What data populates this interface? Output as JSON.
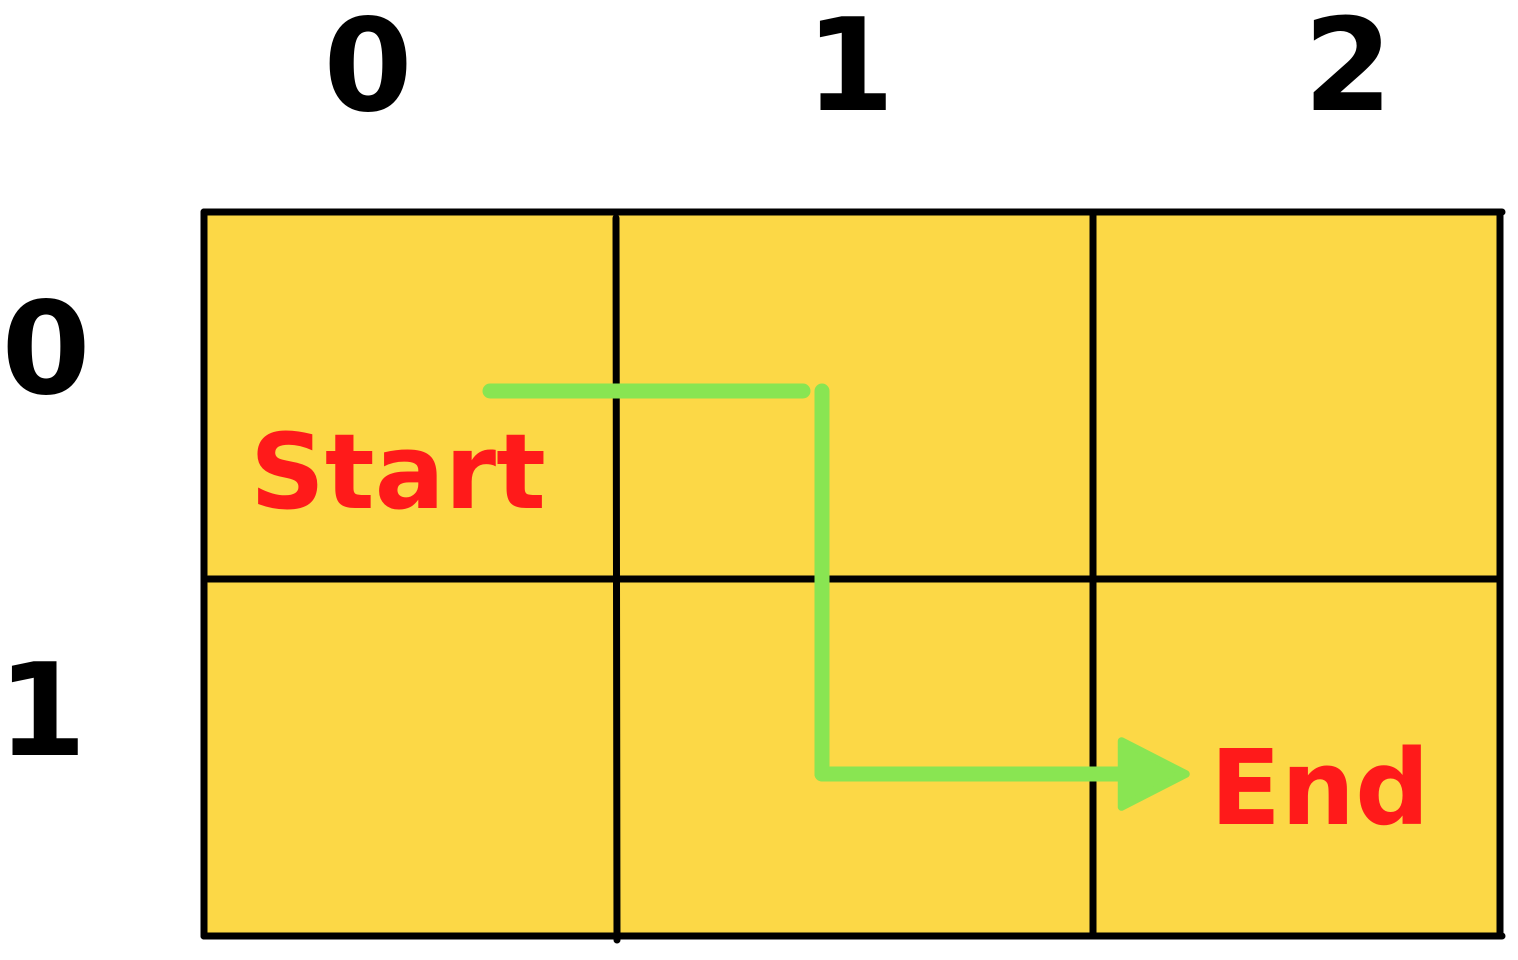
{
  "grid": {
    "rows": 2,
    "cols": 3,
    "column_labels": [
      "0",
      "1",
      "2"
    ],
    "row_labels": [
      "0",
      "1"
    ]
  },
  "path": {
    "start": {
      "row": 0,
      "col": 0,
      "label": "Start"
    },
    "end": {
      "row": 1,
      "col": 2,
      "label": "End"
    }
  },
  "colors": {
    "cell_fill": "#FCD846",
    "grid_line": "#000000",
    "label_text": "#FF1A1A",
    "path": "#89E552",
    "axis_text": "#000000"
  }
}
